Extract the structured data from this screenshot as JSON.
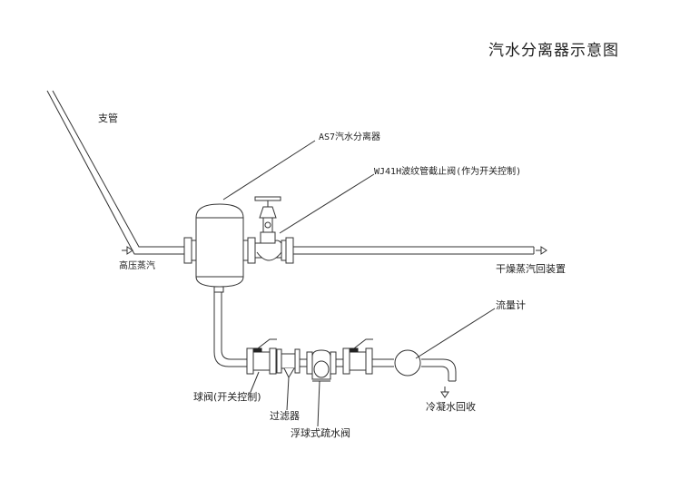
{
  "title": "汽水分离器示意图",
  "labels": {
    "branch_pipe": "支管",
    "separator": "AS7汽水分离器",
    "stop_valve": "WJ41H波纹管截止阀(作为开关控制)",
    "hp_steam": "高压蒸汽",
    "dry_steam_return": "干燥蒸汽回装置",
    "flowmeter": "流量计",
    "ball_valve": "球阀(开关控制)",
    "filter": "过滤器",
    "float_trap": "浮球式疏水阀",
    "condensate_return": "冷凝水回收"
  },
  "colors": {
    "line": "#333333",
    "text": "#222222",
    "background": "#ffffff"
  }
}
